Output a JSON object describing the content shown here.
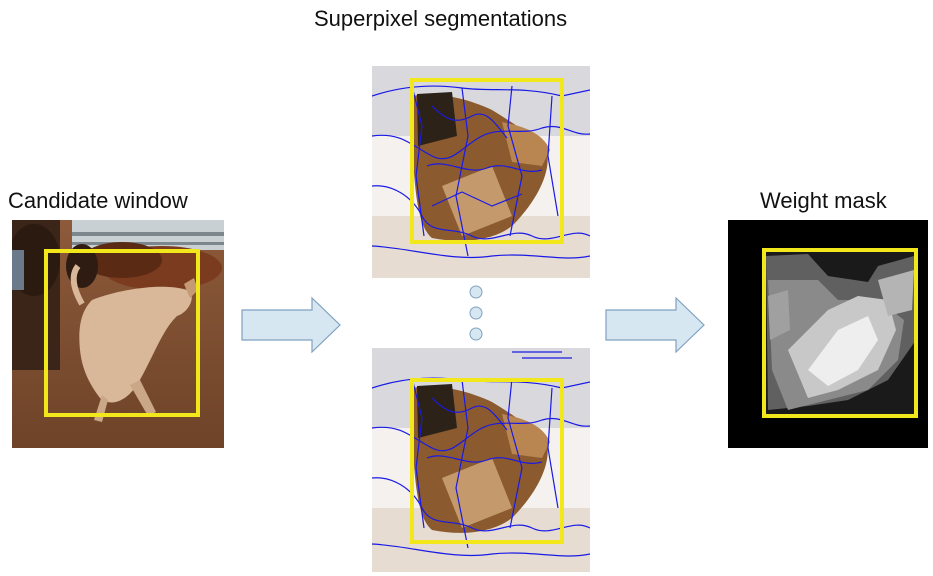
{
  "labels": {
    "candidate": "Candidate window",
    "superpixel": "Superpixel segmentations",
    "weight": "Weight mask"
  },
  "colors": {
    "window_box": "#f2e71a",
    "superpixel_edge": "#1a1ae6",
    "arrow_fill": "#d6e7f2",
    "arrow_stroke": "#7fa1bf",
    "dot_fill": "#d6e7f2",
    "mask_bg": "#000000"
  },
  "icons": {
    "left_arrow": "right-arrow-icon",
    "right_arrow": "right-arrow-icon",
    "ellipsis": "vertical-ellipsis-dots"
  }
}
